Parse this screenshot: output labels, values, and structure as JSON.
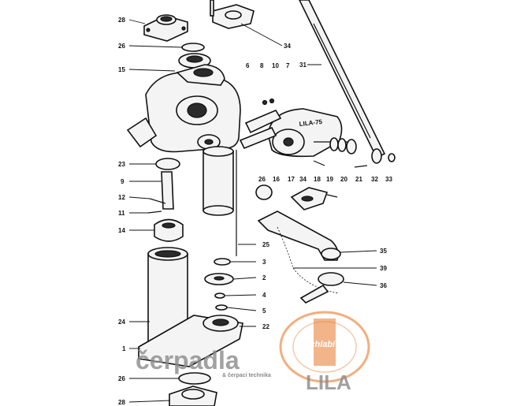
{
  "diagram": {
    "callouts": [
      "28",
      "26",
      "15",
      "23",
      "9",
      "12",
      "11",
      "14",
      "24",
      "1",
      "26b",
      "28b",
      "34",
      "31",
      "6",
      "8",
      "10",
      "7",
      "16",
      "17",
      "34b",
      "18",
      "19",
      "20",
      "21",
      "32",
      "33",
      "26c",
      "25",
      "3",
      "2",
      "4",
      "5",
      "22",
      "35",
      "39",
      "36"
    ],
    "labels": {
      "28": "28",
      "26": "26",
      "15": "15",
      "23": "23",
      "9": "9",
      "12": "12",
      "11": "11",
      "14": "14",
      "24": "24",
      "1": "1",
      "26b": "26",
      "28b": "28",
      "34": "34",
      "31": "31",
      "6": "6",
      "8": "8",
      "10": "10",
      "7": "7",
      "16": "16",
      "17": "17",
      "34b": "34",
      "18": "18",
      "19": "19",
      "20": "20",
      "21": "21",
      "32": "32",
      "33": "33",
      "26c": "26",
      "25": "25",
      "3": "3",
      "2": "2",
      "4": "4",
      "5": "5",
      "22": "22",
      "35": "35",
      "39": "39",
      "36": "36"
    },
    "hand_pump_plate": "LILA-75"
  },
  "watermark": {
    "brand": "čerpadla",
    "tagline": "& čerpací technika",
    "city": "Vrchlabí",
    "product": "LILA",
    "accent_color": "#e8792a",
    "text_color": "#8a8a8a"
  }
}
